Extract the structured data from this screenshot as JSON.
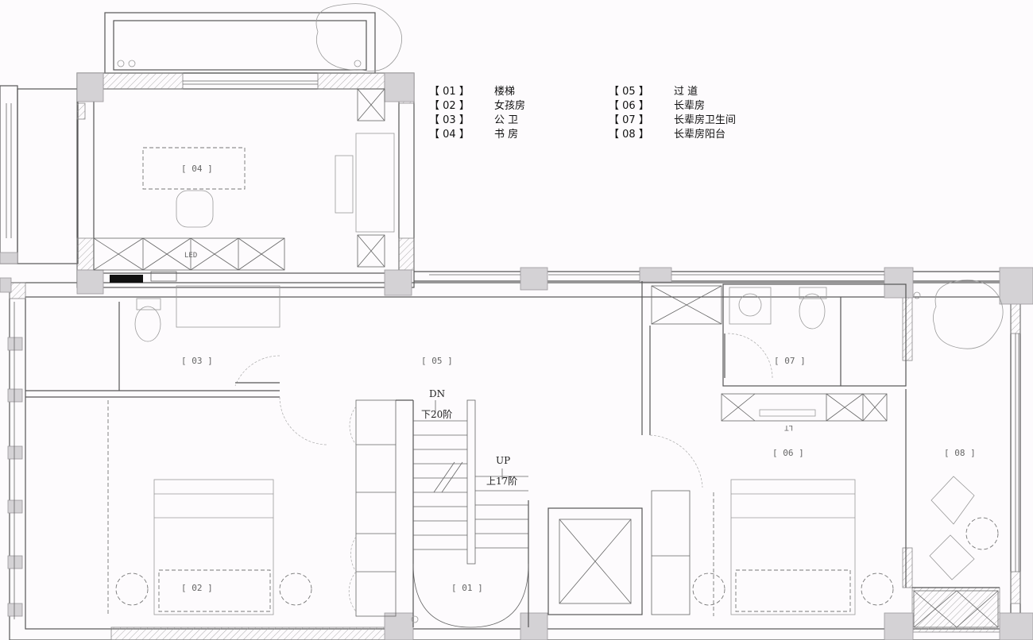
{
  "legend": [
    {
      "code": "01",
      "name": "楼梯"
    },
    {
      "code": "02",
      "name": "女孩房"
    },
    {
      "code": "03",
      "name": "公 卫"
    },
    {
      "code": "04",
      "name": "书 房"
    },
    {
      "code": "05",
      "name": "过 道"
    },
    {
      "code": "06",
      "name": "长辈房"
    },
    {
      "code": "07",
      "name": "长辈房卫生间"
    },
    {
      "code": "08",
      "name": "长辈房阳台"
    }
  ],
  "room_tags": {
    "r01": "[ 01 ]",
    "r02": "[ 02 ]",
    "r03": "[ 03 ]",
    "r04": "[ 04 ]",
    "r05": "[ 05 ]",
    "r06": "[ 06 ]",
    "r07": "[ 07 ]",
    "r08": "[ 08 ]"
  },
  "stairs": {
    "dn": "DN",
    "dn_steps": "下20阶",
    "up": "UP",
    "up_steps": "上17阶"
  },
  "fixture_labels": {
    "led": "LED",
    "light": "LT"
  },
  "colors": {
    "background": "#fdfbfd",
    "wall": "#555555",
    "column": "#d4d2d5"
  }
}
